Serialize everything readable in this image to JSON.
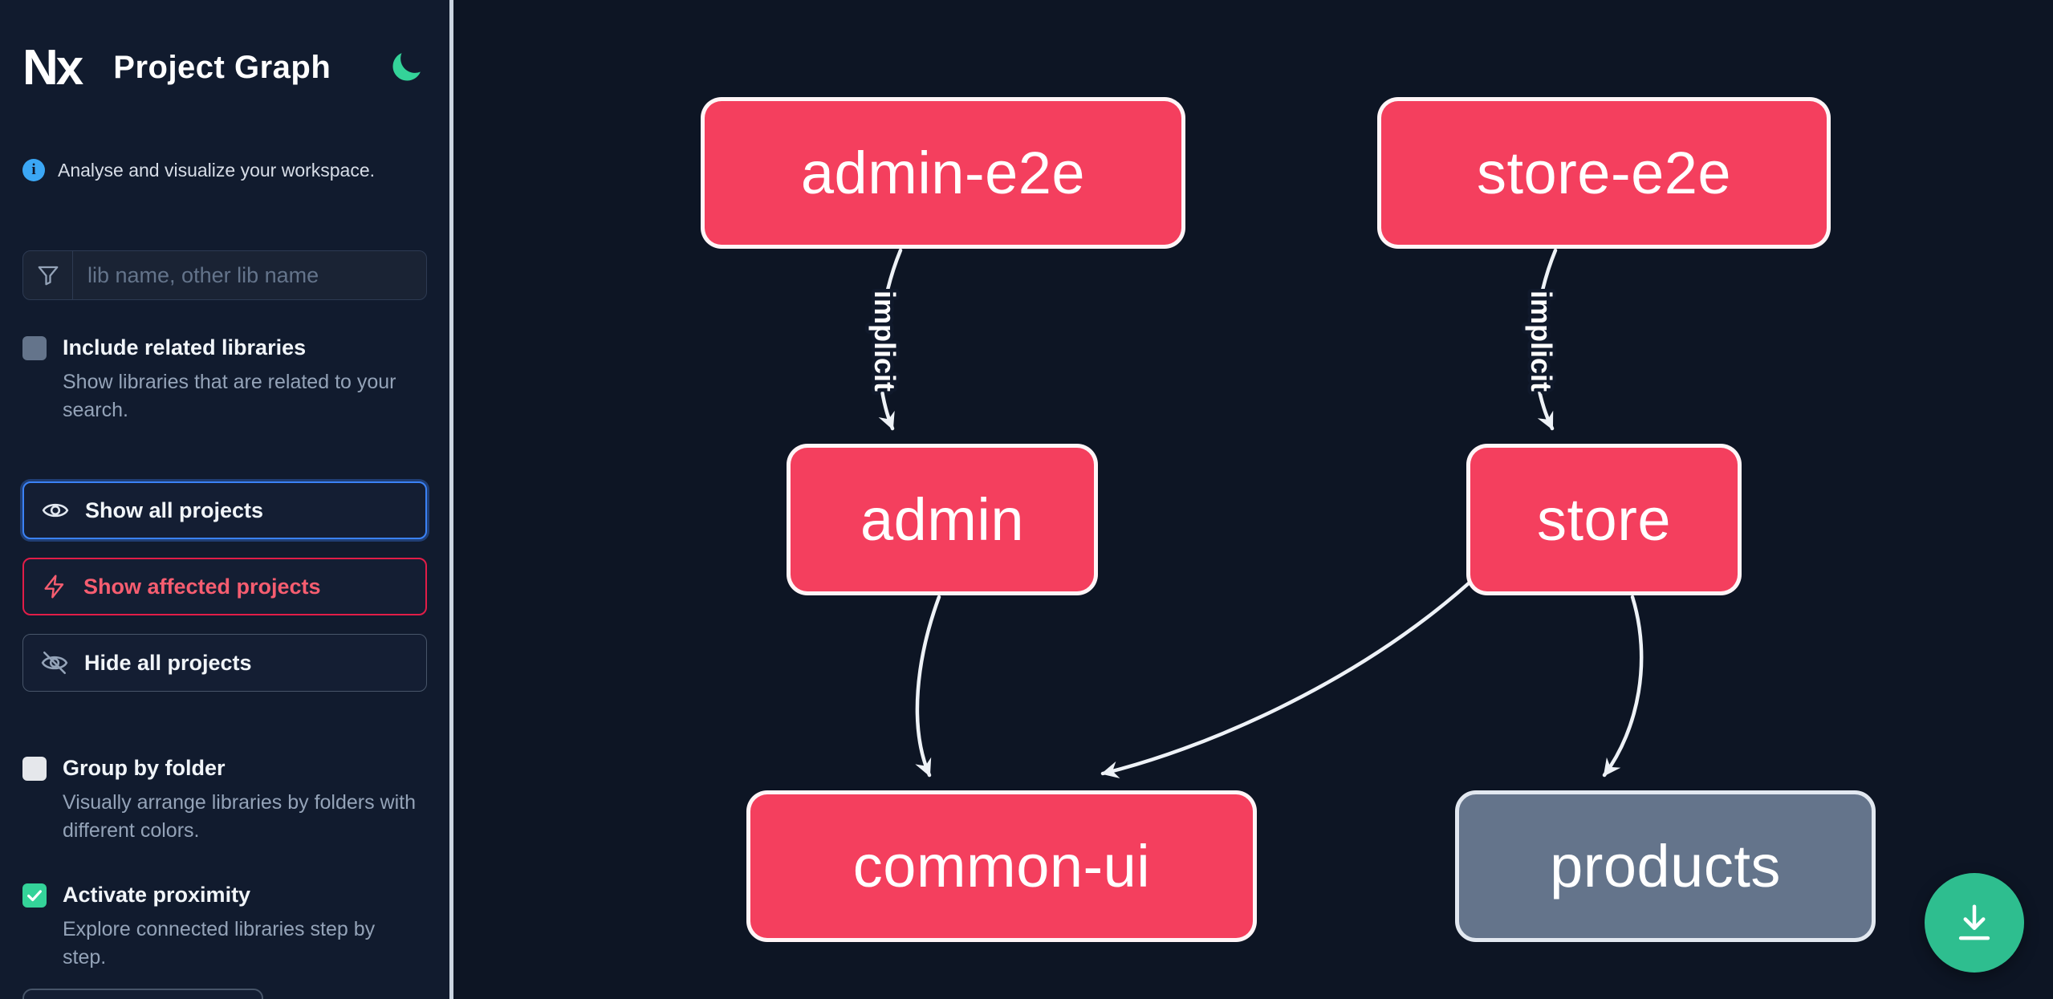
{
  "app": {
    "logo": "Nx",
    "title": "Project Graph"
  },
  "sidebar": {
    "info_text": "Analyse and visualize your workspace.",
    "search": {
      "placeholder": "lib name, other lib name",
      "value": ""
    },
    "checkboxes": [
      {
        "label": "Include related libraries",
        "description": "Show libraries that are related to your search.",
        "checked": false
      },
      {
        "label": "Group by folder",
        "description": "Visually arrange libraries by folders with different colors.",
        "checked": false
      },
      {
        "label": "Activate proximity",
        "description": "Explore connected libraries step by step.",
        "checked": true
      }
    ],
    "buttons": [
      {
        "label": "Show all projects"
      },
      {
        "label": "Show affected projects"
      },
      {
        "label": "Hide all projects"
      }
    ]
  },
  "graph": {
    "nodes": [
      {
        "name": "admin-e2e",
        "color": "pink"
      },
      {
        "name": "store-e2e",
        "color": "pink"
      },
      {
        "name": "admin",
        "color": "pink"
      },
      {
        "name": "store",
        "color": "pink"
      },
      {
        "name": "common-ui",
        "color": "pink"
      },
      {
        "name": "products",
        "color": "gray"
      }
    ],
    "edges": [
      {
        "from": "admin-e2e",
        "to": "admin",
        "label": "implicit"
      },
      {
        "from": "store-e2e",
        "to": "store",
        "label": "implicit"
      },
      {
        "from": "admin",
        "to": "common-ui",
        "label": ""
      },
      {
        "from": "store",
        "to": "common-ui",
        "label": ""
      },
      {
        "from": "store",
        "to": "products",
        "label": ""
      }
    ]
  },
  "colors": {
    "background": "#0d1524",
    "node_pink": "#f43f5e",
    "node_gray": "#64748b",
    "edge": "#eef2f7",
    "accent_green": "#34d399",
    "focus_blue": "#3b82f6",
    "affected_red": "#f43f5e",
    "fab_green": "#2ebe8f"
  }
}
